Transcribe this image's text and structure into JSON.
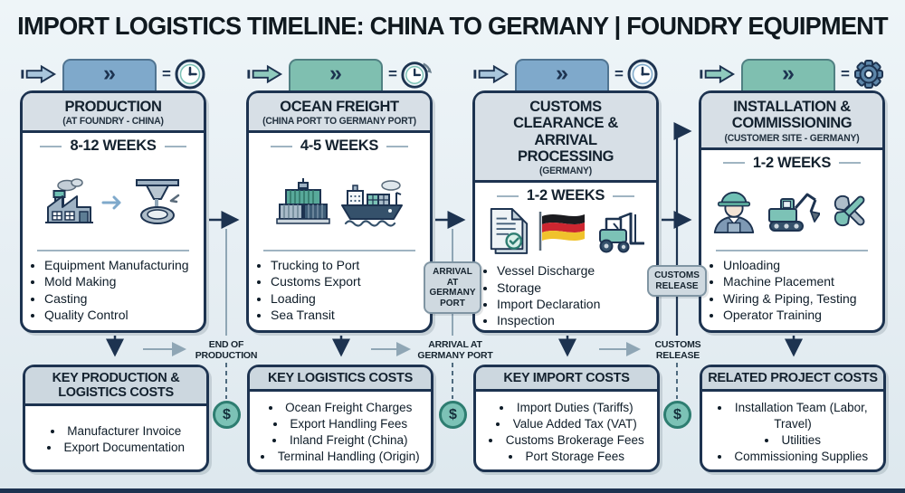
{
  "header": {
    "title": "IMPORT LOGISTICS TIMELINE: CHINA TO GERMANY | FOUNDRY EQUIPMENT"
  },
  "glyphs": {
    "chevrons": "»",
    "equals": "=",
    "dollar": "$"
  },
  "palette": {
    "background": "#e8f0f5",
    "outline_navy": "#1d3350",
    "panel_header_fill": "#d7dfe6",
    "tab_blue": "#7fa9cb",
    "tab_teal": "#7fbfb0",
    "badge_fill": "#cfd9e0",
    "dollar_fill": "#7cc2b6",
    "flag_black": "#1b1b1f",
    "flag_red": "#cc2630",
    "flag_gold": "#f0c22c"
  },
  "stages": [
    {
      "title": "PRODUCTION",
      "subtitle": "(AT FOUNDRY - CHINA)",
      "duration": "8-12 WEEKS",
      "timer_icon": "clock-icon",
      "icons": [
        "factory-icon",
        "arrow-right-icon",
        "casting-mold-icon"
      ],
      "bullets": [
        "Equipment Manufacturing",
        "Mold Making",
        "Casting",
        "Quality Control"
      ]
    },
    {
      "title": "OCEAN FREIGHT",
      "subtitle": "(CHINA PORT TO GERMANY PORT)",
      "duration": "4-5 WEEKS",
      "timer_icon": "clock-transit-icon",
      "icons": [
        "container-stack-icon",
        "cargo-ship-icon"
      ],
      "bullets": [
        "Trucking to Port",
        "Customs Export",
        "Loading",
        "Sea Transit"
      ]
    },
    {
      "title": "CUSTOMS CLEARANCE & ARRIVAL PROCESSING",
      "subtitle": "(GERMANY)",
      "duration": "1-2 WEEKS",
      "timer_icon": "clock-icon",
      "icons": [
        "customs-documents-icon",
        "germany-flag-icon",
        "forklift-icon"
      ],
      "bullets": [
        "Vessel Discharge",
        "Storage",
        "Import Declaration",
        "Inspection"
      ]
    },
    {
      "title": "INSTALLATION & COMMISSIONING",
      "subtitle": "(CUSTOMER SITE - GERMANY)",
      "duration": "1-2 WEEKS",
      "timer_icon": "gear-icon",
      "icons": [
        "technician-icon",
        "excavator-icon",
        "tools-icon"
      ],
      "bullets": [
        "Unloading",
        "Machine Placement",
        "Wiring & Piping, Testing",
        "Operator Training"
      ]
    }
  ],
  "cost_boxes": [
    {
      "title": "KEY PRODUCTION & LOGISTICS COSTS",
      "items": [
        "Manufacturer Invoice",
        "Export Documentation"
      ]
    },
    {
      "title": "KEY LOGISTICS COSTS",
      "items": [
        "Ocean Freight Charges",
        "Export Handling Fees",
        "Inland Freight (China)",
        "Terminal Handling (Origin)"
      ]
    },
    {
      "title": "KEY IMPORT COSTS",
      "items": [
        "Import Duties (Tariffs)",
        "Value Added Tax (VAT)",
        "Customs Brokerage Fees",
        "Port Storage Fees"
      ]
    },
    {
      "title": "RELATED PROJECT COSTS",
      "items": [
        "Installation Team (Labor, Travel)",
        "Utilities",
        "Commissioning Supplies"
      ]
    }
  ],
  "milestones": [
    {
      "label": "END OF PRODUCTION"
    },
    {
      "label": "ARRIVAL AT GERMANY PORT",
      "badge": "ARRIVAL AT GERMANY PORT"
    },
    {
      "label": "CUSTOMS RELEASE",
      "badge": "CUSTOMS RELEASE"
    }
  ]
}
